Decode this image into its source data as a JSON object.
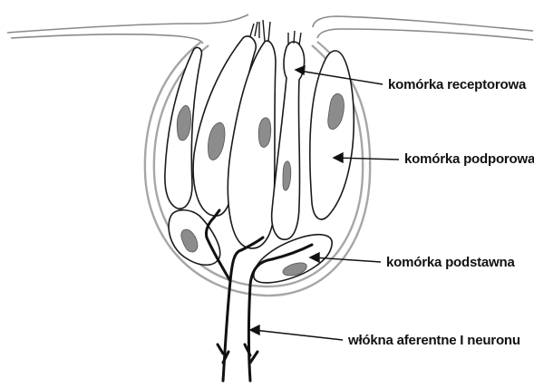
{
  "diagram": {
    "labels": {
      "receptor_cell": "komórka receptorowa",
      "supporting_cell": "komórka podporowa",
      "basal_cell": "komórka podstawna",
      "afferent_fibers": "włókna aferentne I neuronu"
    },
    "colors": {
      "outline": "#1a1a1a",
      "capsule": "#a6a6a6",
      "nucleus": "#8c8c8c",
      "background": "#ffffff"
    }
  }
}
